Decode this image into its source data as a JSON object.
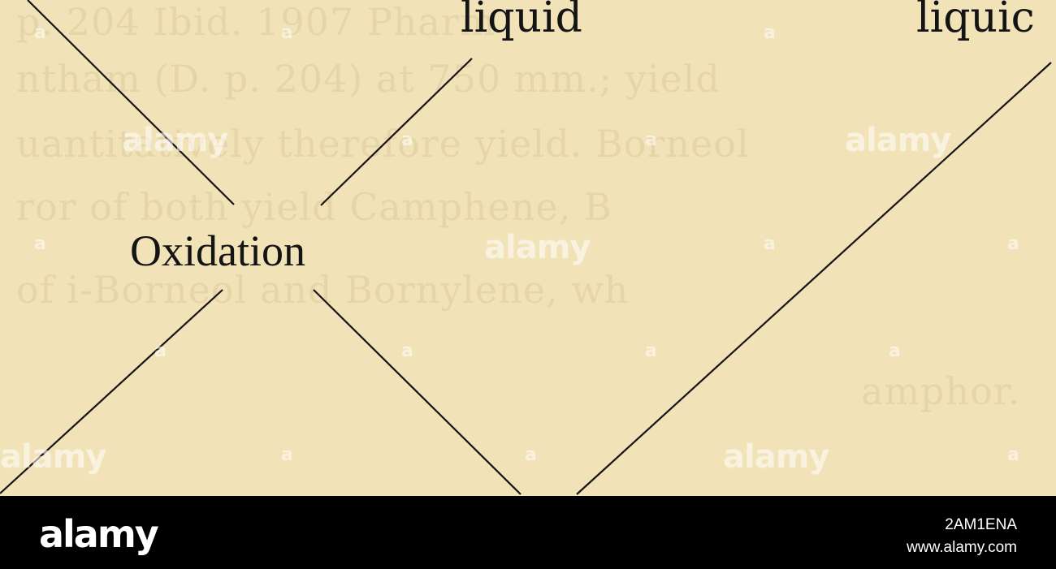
{
  "diagram": {
    "labels": {
      "liquid_left": "liquid",
      "liquid_right": "liquic",
      "center": "Oxidation"
    }
  },
  "background_text": [
    "p. 204 Ibid. 1907 Pharm",
    "ntham (D. p. 204) at 750 mm.; yield",
    "uantitatively therefore yield. Borneol",
    "ror of both yield Camphene, B",
    "of i-Borneol and Bornylene, wh",
    "amphor."
  ],
  "watermark": {
    "text": "alamy",
    "mark": "a",
    "color": "#ffffff"
  },
  "footer": {
    "logo": "alamy",
    "image_id": "2AM1ENA",
    "site": "www.alamy.com"
  },
  "colors": {
    "paper": "#f1e2b8",
    "ink": "#141414",
    "footer_bg": "#000000"
  }
}
